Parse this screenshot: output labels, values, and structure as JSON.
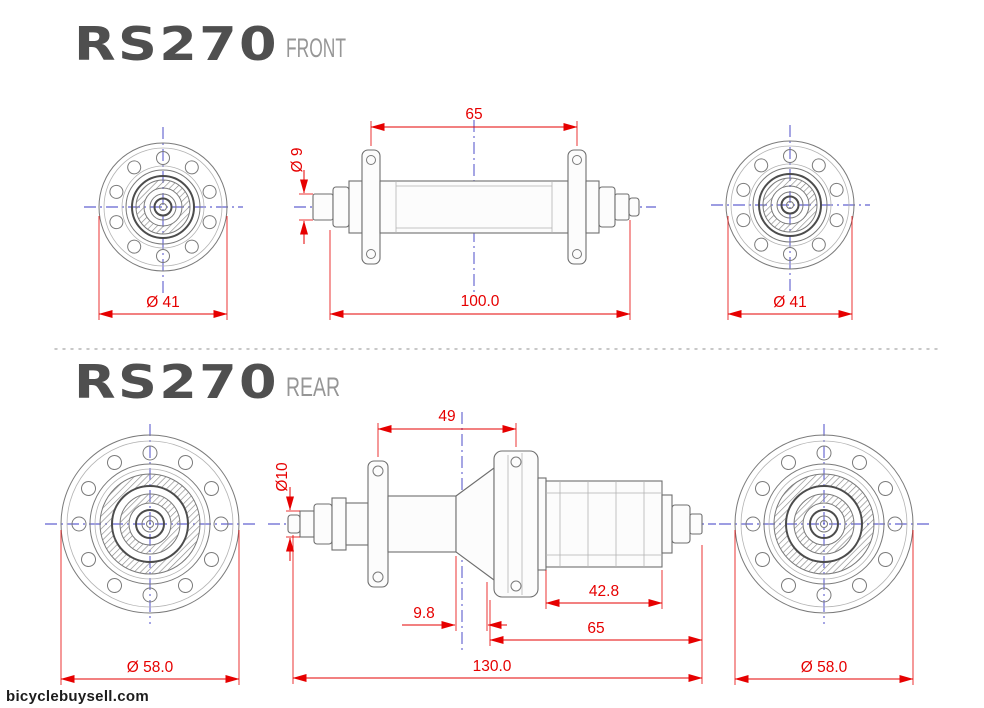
{
  "meta": {
    "watermark": "bicyclebuysell.com"
  },
  "colors": {
    "dimension_red": "#e60000",
    "centerline_blue": "#3b3bc4",
    "drawing_gray": "#6e6e6e",
    "logo_gray": "#4f4f4f",
    "view_label_gray": "#969696"
  },
  "front": {
    "logo": "RS270",
    "view_label": "FRONT",
    "dimensions": {
      "flange_spacing": "65",
      "axle_diameter": "Ø 9",
      "overall_width": "100.0",
      "left_flange_diameter": "Ø 41",
      "right_flange_diameter": "Ø 41"
    }
  },
  "rear": {
    "logo": "RS270",
    "view_label": "REAR",
    "dimensions": {
      "flange_spacing": "49",
      "axle_diameter": "Ø10",
      "flange_offset": "9.8",
      "freehub_width": "42.8",
      "right_section_width": "65",
      "overall_width": "130.0",
      "left_flange_diameter": "Ø 58.0",
      "right_flange_diameter": "Ø 58.0"
    }
  }
}
